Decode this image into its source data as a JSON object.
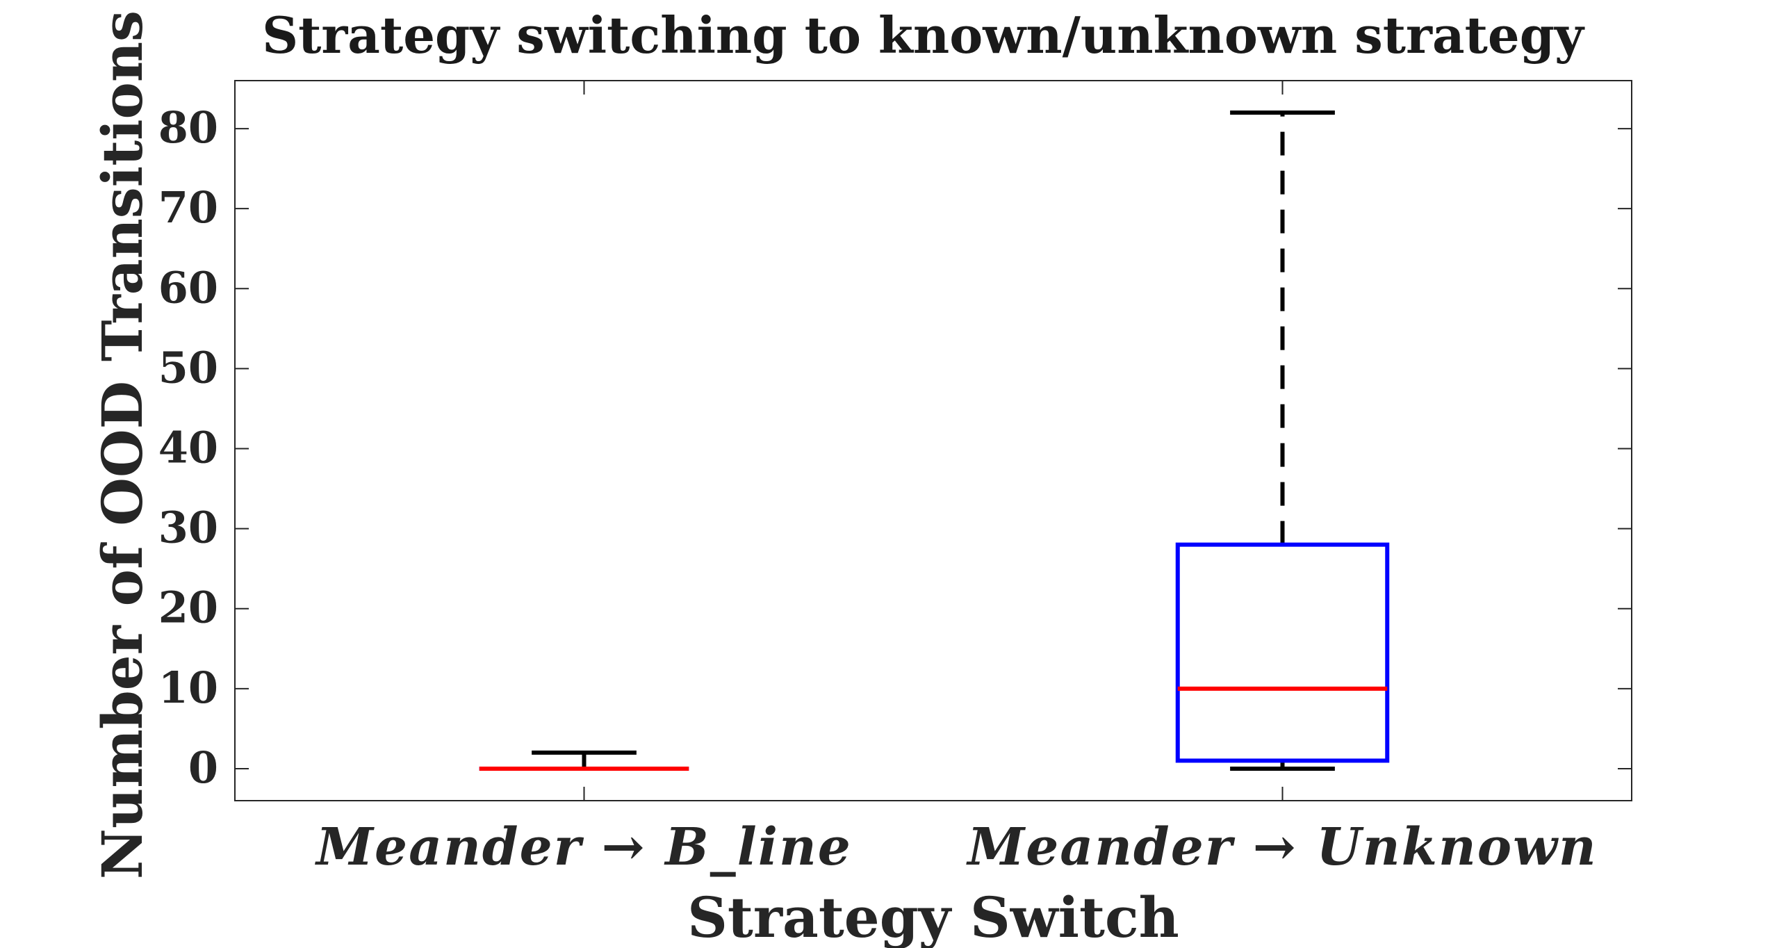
{
  "chart_data": {
    "type": "box",
    "title": "Strategy switching to known/unknown strategy",
    "xlabel": "Strategy Switch",
    "ylabel": "Number of OOD Transitions",
    "ylim": [
      -4,
      86
    ],
    "yticks": [
      0,
      10,
      20,
      30,
      40,
      50,
      60,
      70,
      80
    ],
    "grid": false,
    "categories": [
      "Meander → B_line",
      "Meander → Unknown"
    ],
    "boxes": [
      {
        "category": "Meander → B_line",
        "min": 0,
        "q1": 0,
        "median": 0,
        "q3": 0,
        "max": 2
      },
      {
        "category": "Meander → Unknown",
        "min": 0,
        "q1": 1,
        "median": 10,
        "q3": 28,
        "max": 82
      }
    ],
    "colors": {
      "box": "#0000ff",
      "median": "#ff0000",
      "whisker": "#000000",
      "axes": "#262626"
    }
  }
}
